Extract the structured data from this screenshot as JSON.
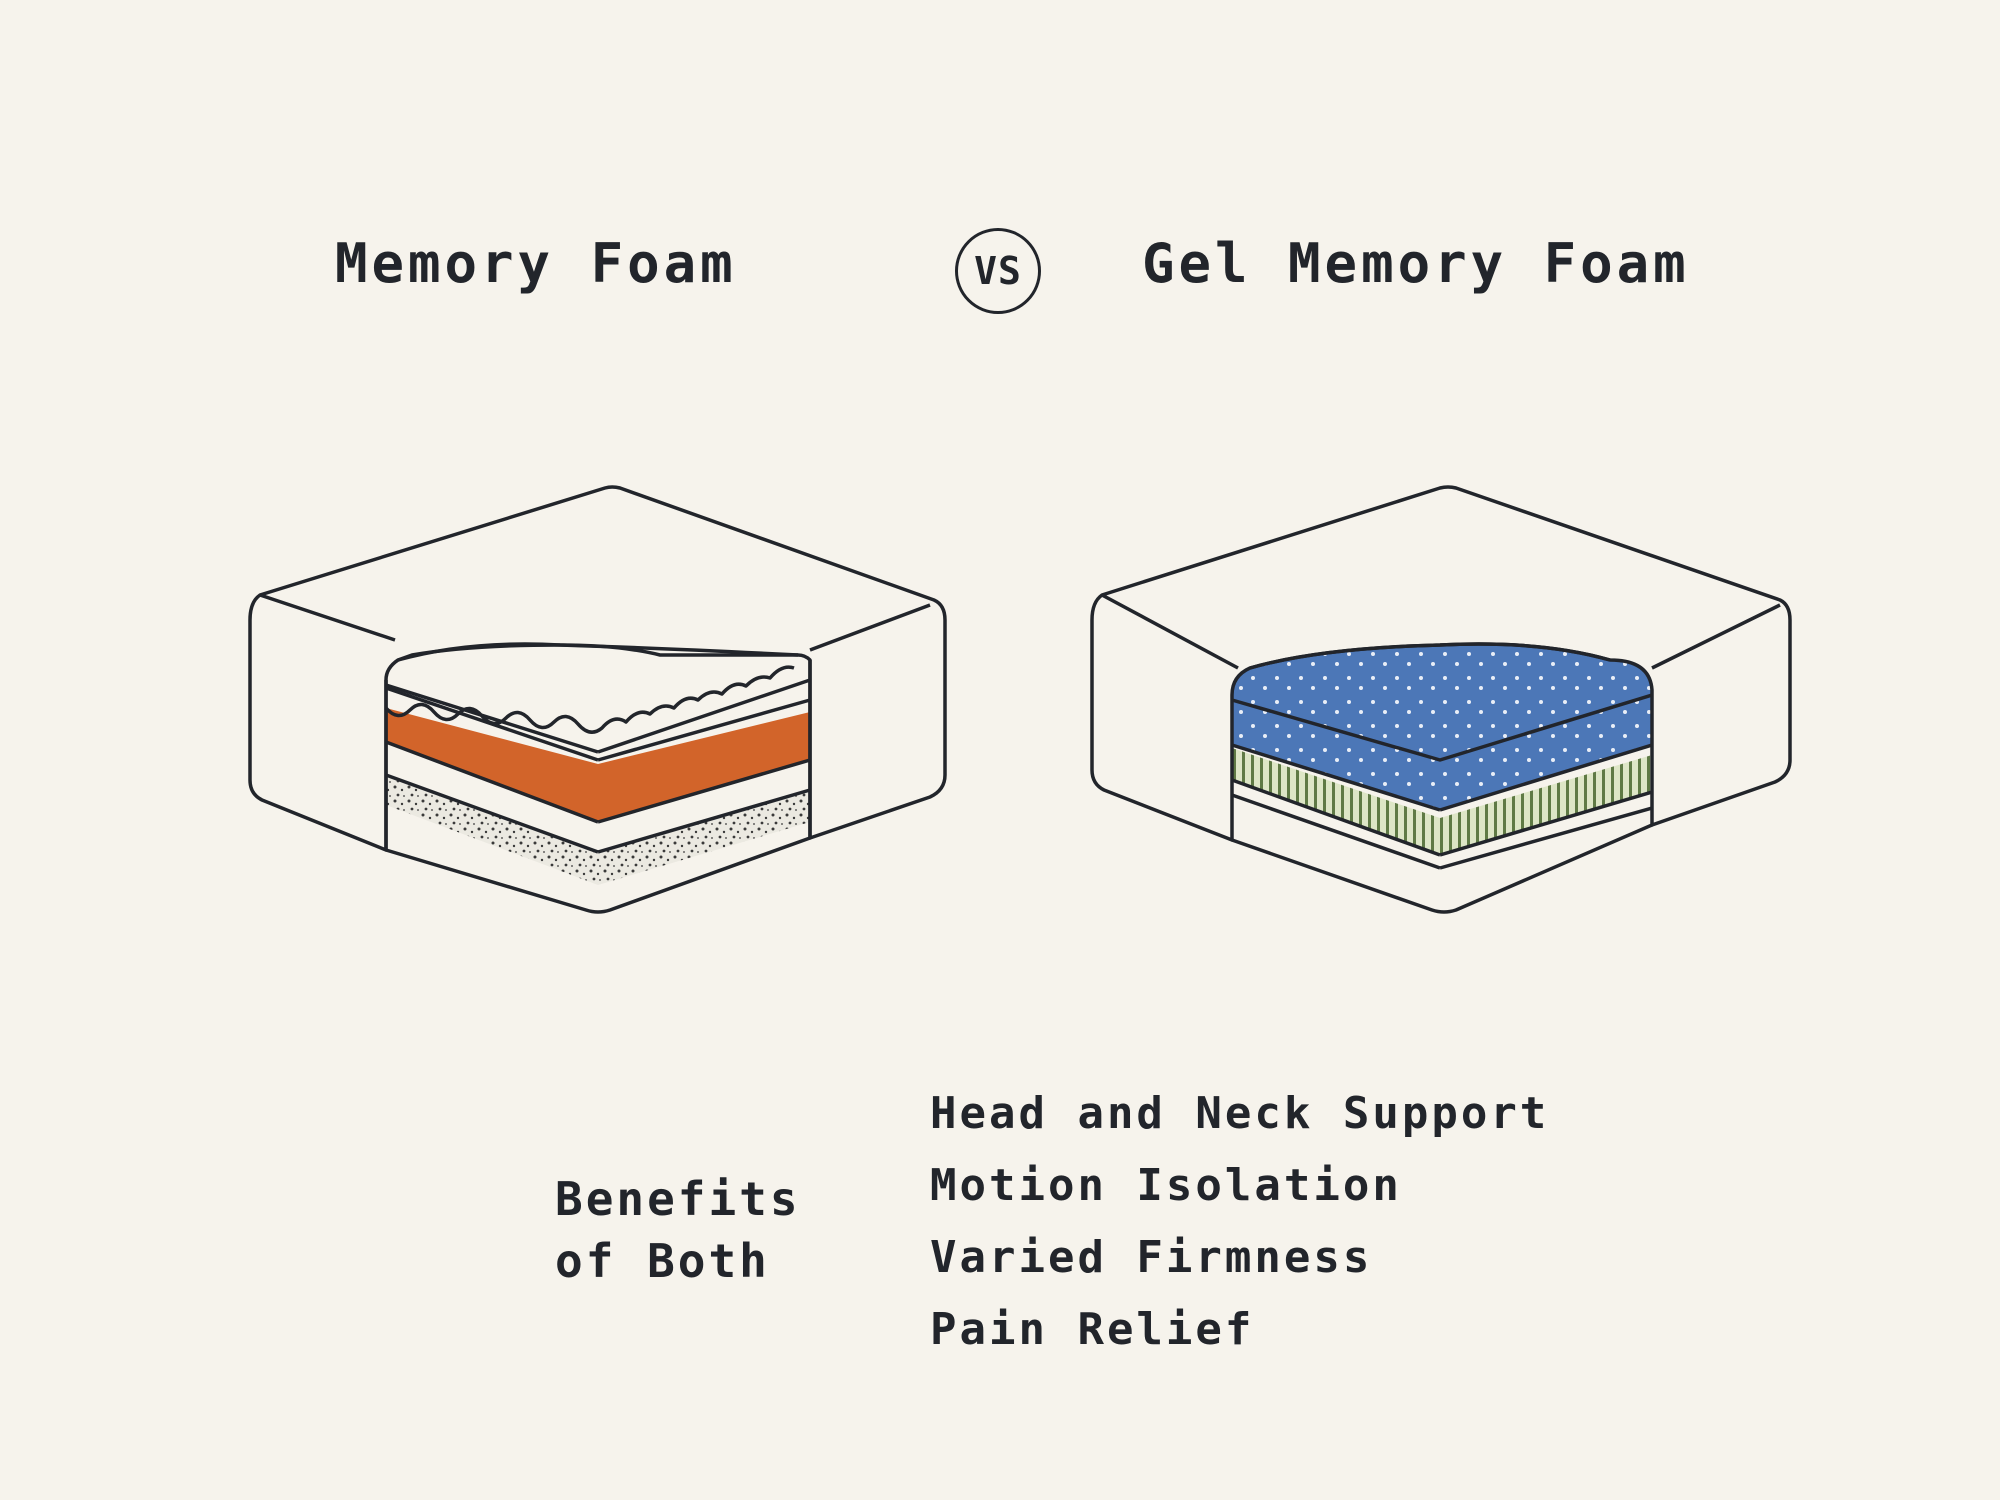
{
  "titles": {
    "left": "Memory Foam",
    "vs": "VS",
    "right": "Gel Memory Foam"
  },
  "colors": {
    "outline": "#22252b",
    "background": "#f6f3ec",
    "memory_foam_layer": "#d2642a",
    "gel_layer": "#4c77b7",
    "support_layer": "#dde6c6"
  },
  "benefits": {
    "label_line1": "Benefits",
    "label_line2": "of Both",
    "items": [
      "Head and Neck Support",
      "Motion Isolation",
      "Varied Firmness",
      "Pain Relief"
    ]
  }
}
